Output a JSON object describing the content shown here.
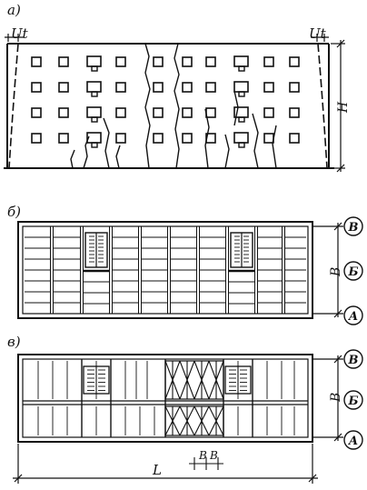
{
  "figure": {
    "panel_a_label": "а)",
    "panel_b_label": "б)",
    "panel_c_label": "в)",
    "deformation_label_left": "Ut",
    "deformation_label_right": "Ut",
    "height_label": "H",
    "width_label_b": "B",
    "width_label_c": "B",
    "length_label": "L",
    "step_label_1": "B",
    "step_label_2": "B",
    "axes": [
      "В",
      "Б",
      "А"
    ],
    "axes_c": [
      "В",
      "Б",
      "А"
    ],
    "ink_color": "#111111",
    "paper_color": "#ffffff"
  }
}
